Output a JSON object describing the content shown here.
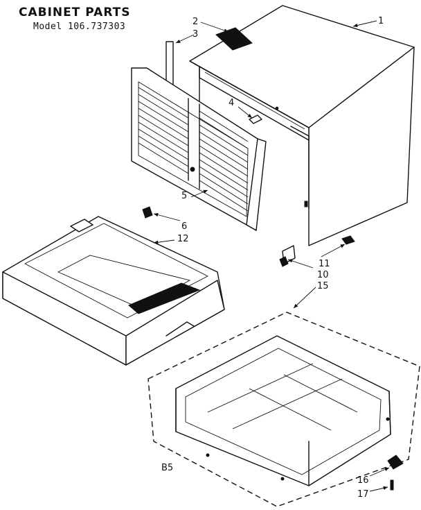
{
  "title": "CABINET PARTS",
  "model": "Model 106.737303",
  "code": "B5",
  "callouts": [
    "1",
    "2",
    "3",
    "4",
    "5",
    "6",
    "12",
    "11",
    "10",
    "15",
    "16",
    "17"
  ]
}
